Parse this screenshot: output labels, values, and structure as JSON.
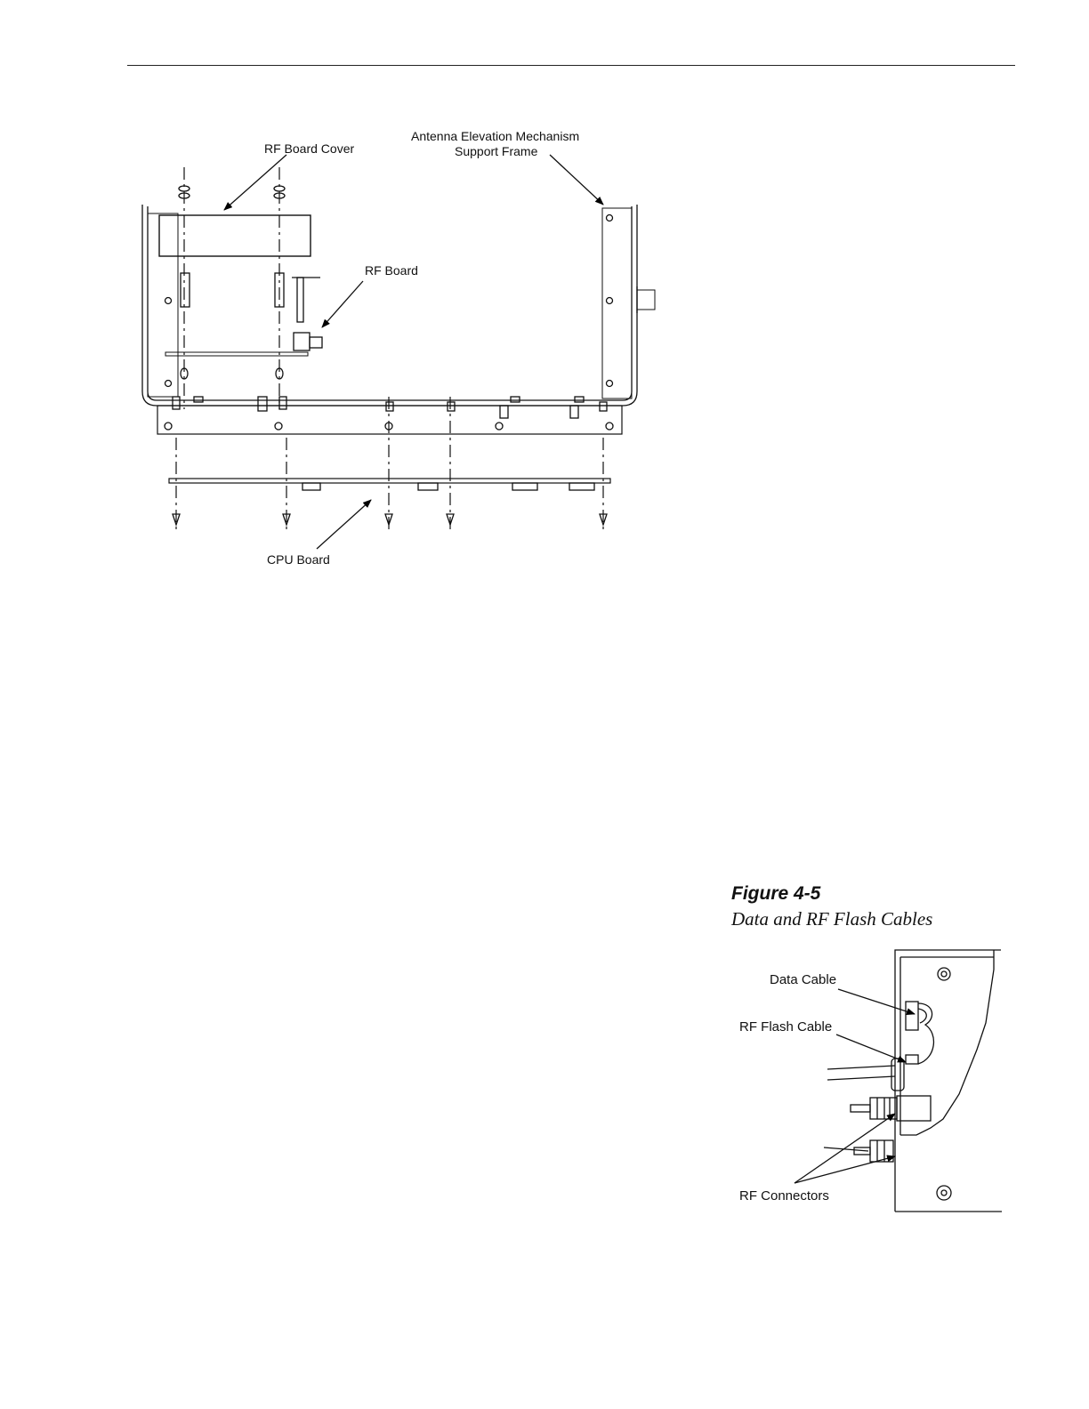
{
  "figure_top": {
    "labels": {
      "rf_board_cover": "RF Board Cover",
      "antenna_line1": "Antenna Elevation Mechanism",
      "antenna_line2": "Support Frame",
      "rf_board": "RF Board",
      "cpu_board": "CPU Board"
    }
  },
  "figure_bottom": {
    "number": "Figure 4-5",
    "caption": "Data and RF Flash Cables",
    "labels": {
      "data_cable": "Data Cable",
      "rf_flash_cable": "RF Flash Cable",
      "rf_connectors": "RF Connectors"
    }
  }
}
